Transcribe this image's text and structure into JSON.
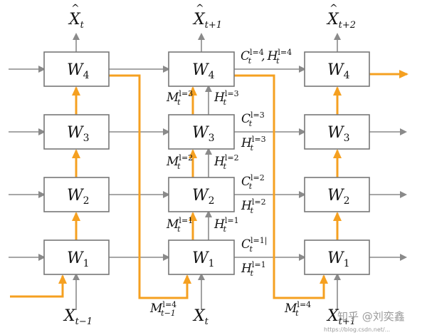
{
  "colors": {
    "gray": "#8a8a8a",
    "orange": "#f5a020",
    "box_border": "#777777"
  },
  "diagram": {
    "outputs": [
      {
        "base": "X",
        "sub": "t"
      },
      {
        "base": "X",
        "sub": "t+1"
      },
      {
        "base": "X",
        "sub": "t+2"
      }
    ],
    "inputs": [
      {
        "base": "X",
        "sub": "t−1"
      },
      {
        "base": "X",
        "sub": "t"
      },
      {
        "base": "X",
        "sub": "t+1"
      }
    ],
    "layers": [
      {
        "base": "W",
        "sub": "4"
      },
      {
        "base": "W",
        "sub": "3"
      },
      {
        "base": "W",
        "sub": "2"
      },
      {
        "base": "W",
        "sub": "1"
      }
    ],
    "state_labels": {
      "top": {
        "c": "C",
        "c_sup": "l=4",
        "sep": ",",
        "h": "H",
        "h_sup": "l=4",
        "sub": "t"
      },
      "c3": {
        "base": "C",
        "sup": "l=3",
        "sub": "t"
      },
      "h3": {
        "base": "H",
        "sup": "l=3",
        "sub": "t"
      },
      "c2": {
        "base": "C",
        "sup": "l=2",
        "sub": "t"
      },
      "h2": {
        "base": "H",
        "sup": "l=2",
        "sub": "t"
      },
      "c1": {
        "base": "C",
        "sup": "l=1|",
        "sub": "t"
      },
      "h1": {
        "base": "H",
        "sup": "l=1",
        "sub": "t"
      }
    },
    "mem_labels": {
      "m3": {
        "base": "M",
        "sup": "l=3",
        "sub": "t"
      },
      "hv3": {
        "base": "H",
        "sup": "l=3",
        "sub": "t"
      },
      "m2": {
        "base": "M",
        "sup": "l=2",
        "sub": "t"
      },
      "hv2": {
        "base": "H",
        "sup": "l=2",
        "sub": "t"
      },
      "m1": {
        "base": "M",
        "sup": "l=1",
        "sub": "t"
      },
      "hv1": {
        "base": "H",
        "sup": "l=1",
        "sub": "t"
      },
      "mprev": {
        "base": "M",
        "sup": "l=4",
        "sub": "t−1"
      },
      "mcur": {
        "base": "M",
        "sup": "l=4",
        "sub": "t"
      }
    },
    "watermark": {
      "main": "知乎 @刘奕鑫",
      "url": "https://blog.csdn.net/..."
    }
  }
}
